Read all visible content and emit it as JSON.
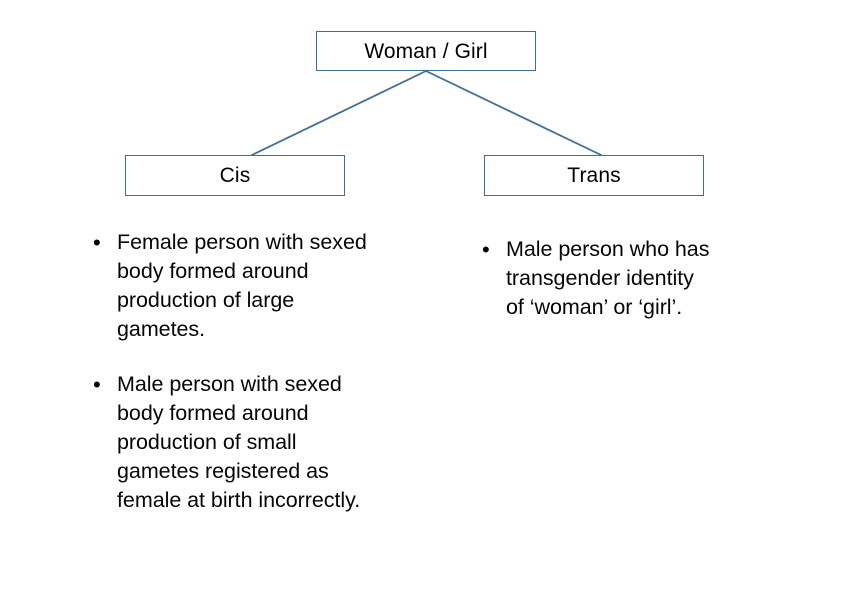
{
  "diagram": {
    "title_node": {
      "id": "woman-girl",
      "label": "Woman / Girl"
    },
    "child_nodes": [
      {
        "id": "cis",
        "label": "Cis"
      },
      {
        "id": "trans",
        "label": "Trans"
      }
    ],
    "colors": {
      "box_border": "#3f6f99",
      "connector_line": "#3f6f99",
      "box_fill": "#ffffff",
      "text": "#000000",
      "background": "#ffffff"
    },
    "connectors": [
      {
        "from": "woman-girl",
        "to": "cis"
      },
      {
        "from": "woman-girl",
        "to": "trans"
      }
    ]
  },
  "columns": {
    "cis": {
      "bullet_glyph": "•",
      "items": [
        "Female person with sexed body formed around production of large gametes.",
        "Male person with sexed body formed around production of small gametes registered as female at birth incorrectly."
      ]
    },
    "trans": {
      "bullet_glyph": "•",
      "items": [
        "Male person who has transgender identity of ‘woman’ or ‘girl’."
      ]
    }
  }
}
